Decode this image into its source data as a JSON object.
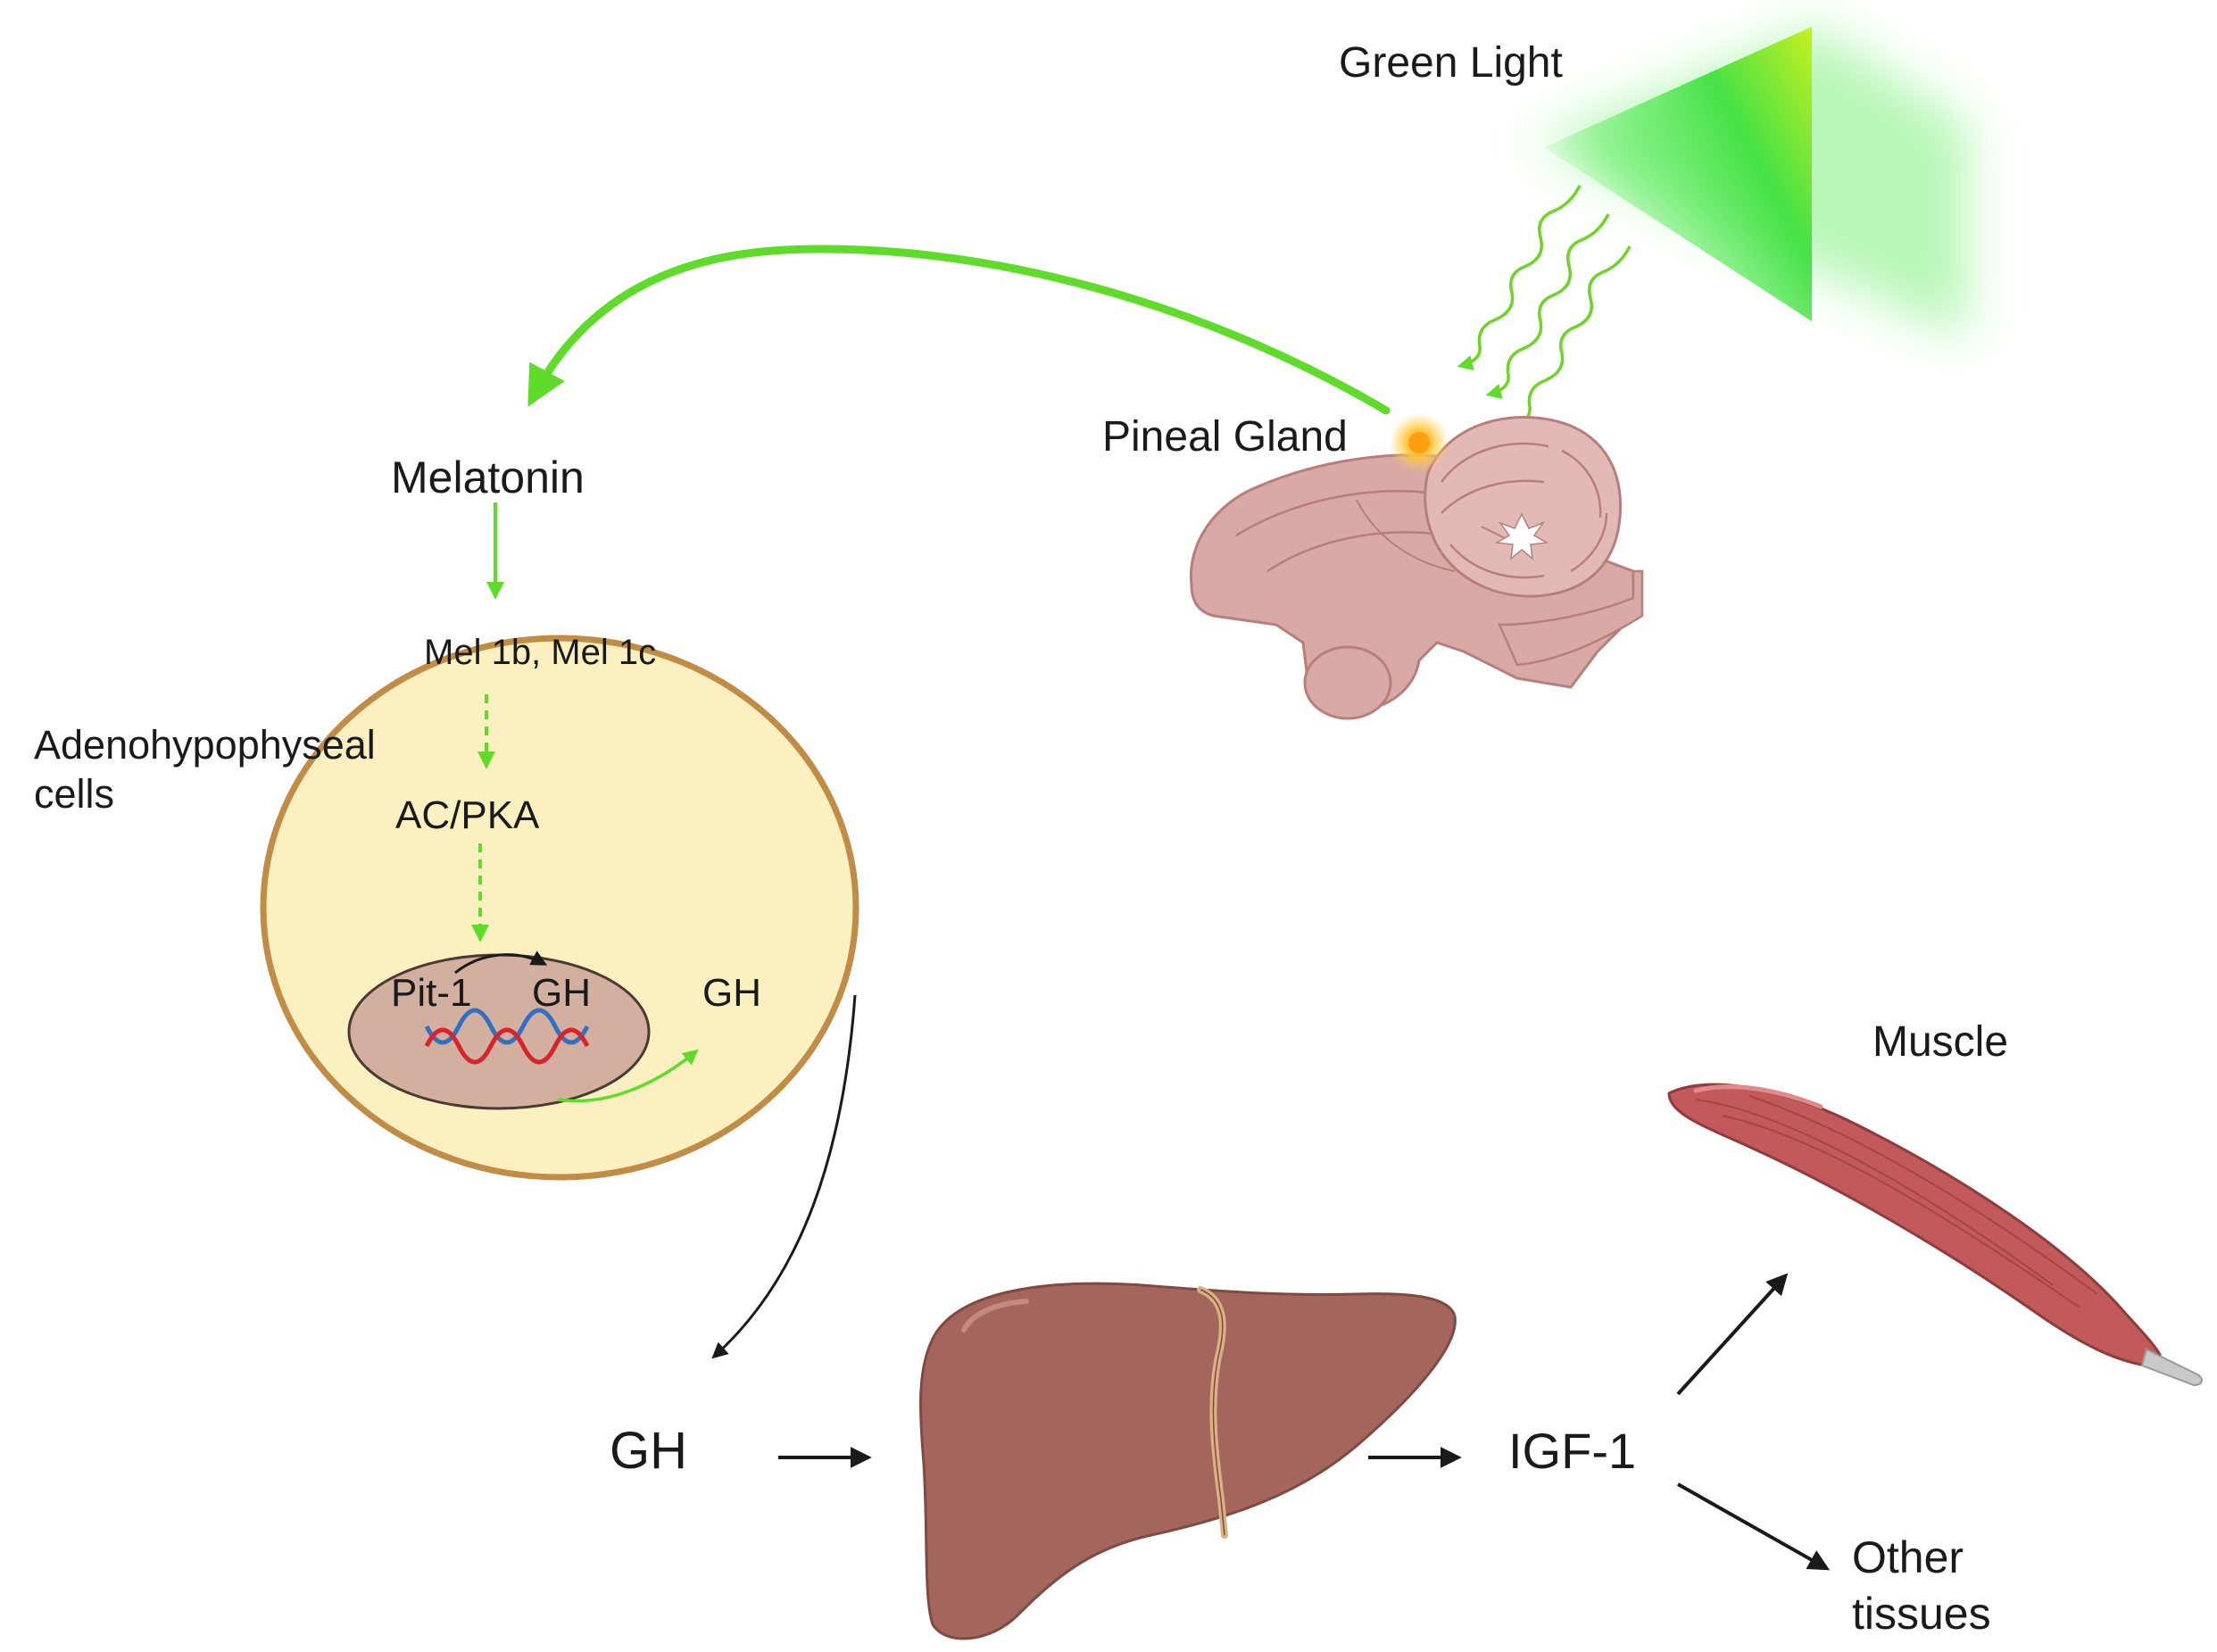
{
  "labels": {
    "green_light": "Green Light",
    "pineal_gland": "Pineal Gland",
    "melatonin": "Melatonin",
    "receptors": "Mel 1b, Mel 1c",
    "cell_type_line1": "Adenohypophyseal",
    "cell_type_line2": "cells",
    "ac_pka": "AC/PKA",
    "pit1": "Pit-1",
    "gh_gene": "GH",
    "gh_in_cell": "GH",
    "gh_secreted": "GH",
    "igf1": "IGF-1",
    "muscle": "Muscle",
    "other_line1": "Other",
    "other_line2": "tissues"
  },
  "colors": {
    "green_arrow": "#5fdc2a",
    "light_green": "#33e633",
    "cell_fill": "#fcf0c0",
    "cell_border": "#c08c46",
    "nucleus_fill": "#d2af9e",
    "brain": "#d9a9a5",
    "liver": "#a4665c",
    "muscle": "#c25a5c",
    "pineal_glow": "#ffb21a",
    "dna_red": "#d8232a",
    "dna_blue": "#2f6fc4",
    "black_arrow": "#1a1a1a"
  }
}
